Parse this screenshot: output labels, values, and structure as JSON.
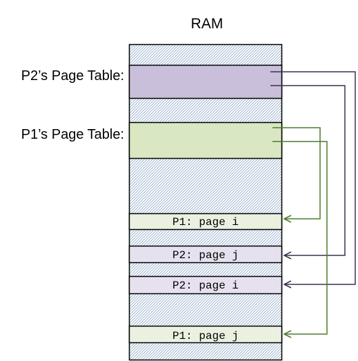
{
  "title": "RAM",
  "page_tables": [
    {
      "id": "p2",
      "label": "P2’s Page Table:",
      "fill": "#c9bfdb"
    },
    {
      "id": "p1",
      "label": "P1’s Page Table:",
      "fill": "#d9e7c3"
    }
  ],
  "pages": [
    {
      "id": "p1-page-i",
      "label": "P1: page i",
      "fill": "#ebf1e0"
    },
    {
      "id": "p2-page-j",
      "label": "P2: page j",
      "fill": "#e6e1ee"
    },
    {
      "id": "p2-page-i",
      "label": "P2: page i",
      "fill": "#e6e1ee"
    },
    {
      "id": "p1-page-j",
      "label": "P1: page j",
      "fill": "#ebf1e0"
    }
  ],
  "arrow_colors": {
    "p1": "#4a7c2a",
    "p2": "#3d2f55"
  },
  "pattern_color": "#8fa9c8"
}
